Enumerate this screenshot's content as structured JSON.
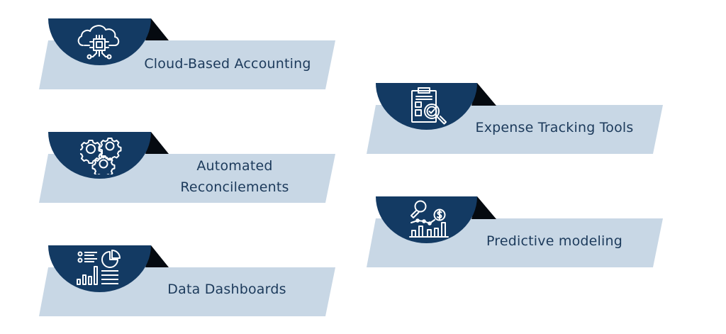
{
  "colors": {
    "navy": "#133a63",
    "band": "#c8d7e5",
    "shadow_triangle": "#050a10",
    "text": "#1c3a5b",
    "icon_stroke": "#ffffff",
    "background": "#ffffff"
  },
  "cards": [
    {
      "label": "Cloud-Based Accounting",
      "icon": "cloud-chip-icon"
    },
    {
      "label_line1": "Automated",
      "label_line2": "Reconcilements",
      "icon": "gears-icon"
    },
    {
      "label": "Data Dashboards",
      "icon": "dashboard-icon"
    },
    {
      "label": "Expense Tracking Tools",
      "icon": "clipboard-search-icon"
    },
    {
      "label": "Predictive modeling",
      "icon": "analytics-dollar-icon"
    }
  ]
}
